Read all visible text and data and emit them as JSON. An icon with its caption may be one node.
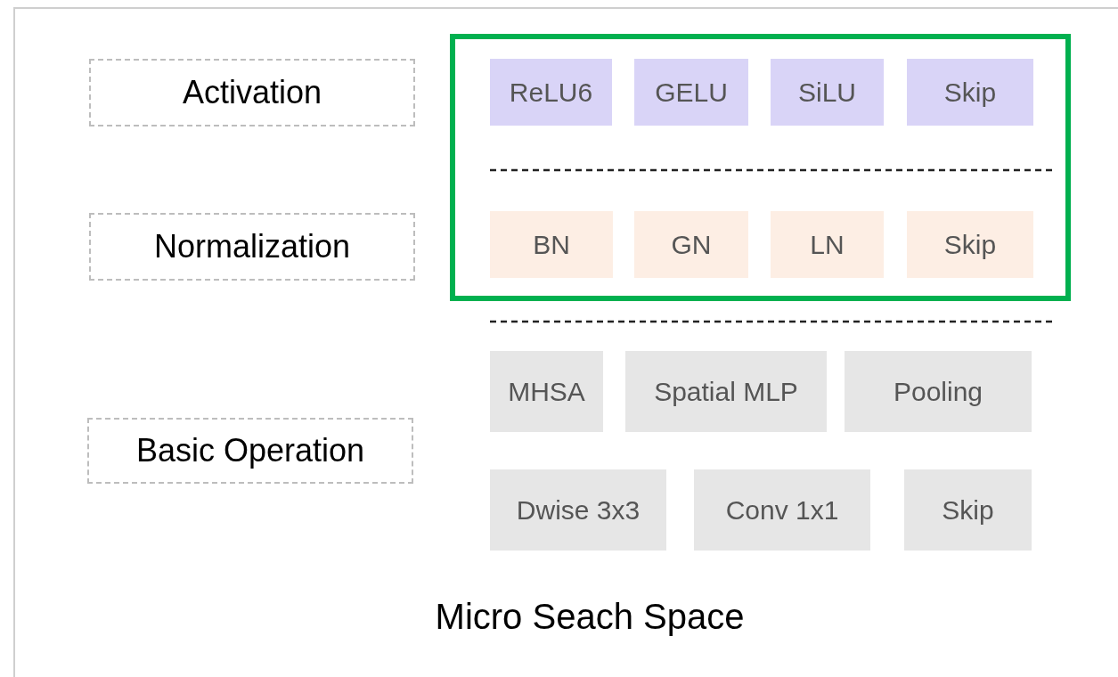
{
  "diagram": {
    "caption": "Micro Seach Space",
    "nodes": [
      {
        "text": [
          "Activation"
        ]
      },
      {
        "text": [
          "Normalization"
        ]
      },
      {
        "text": [
          "Basic Operation"
        ]
      },
      {
        "text": [],
        "shape": "box"
      },
      {
        "text": [
          "ReLU6"
        ],
        "in": 3
      },
      {
        "text": [
          "GELU"
        ],
        "in": 3
      },
      {
        "text": [
          "SiLU"
        ],
        "in": 3
      },
      {
        "text": [
          "Skip"
        ],
        "in": 3
      },
      {
        "text": [
          "BN"
        ],
        "in": 3
      },
      {
        "text": [
          "GN"
        ],
        "in": 3
      },
      {
        "text": [
          "LN"
        ],
        "in": 3
      },
      {
        "text": [
          "Skip"
        ],
        "in": 3
      },
      {
        "text": [
          "MHSA"
        ]
      },
      {
        "text": [
          "Spatial MLP"
        ]
      },
      {
        "text": [
          "Pooling"
        ]
      },
      {
        "text": [
          "Dwise 3x3"
        ]
      },
      {
        "text": [
          "Conv 1x1"
        ]
      },
      {
        "text": [
          "Skip"
        ]
      }
    ]
  }
}
